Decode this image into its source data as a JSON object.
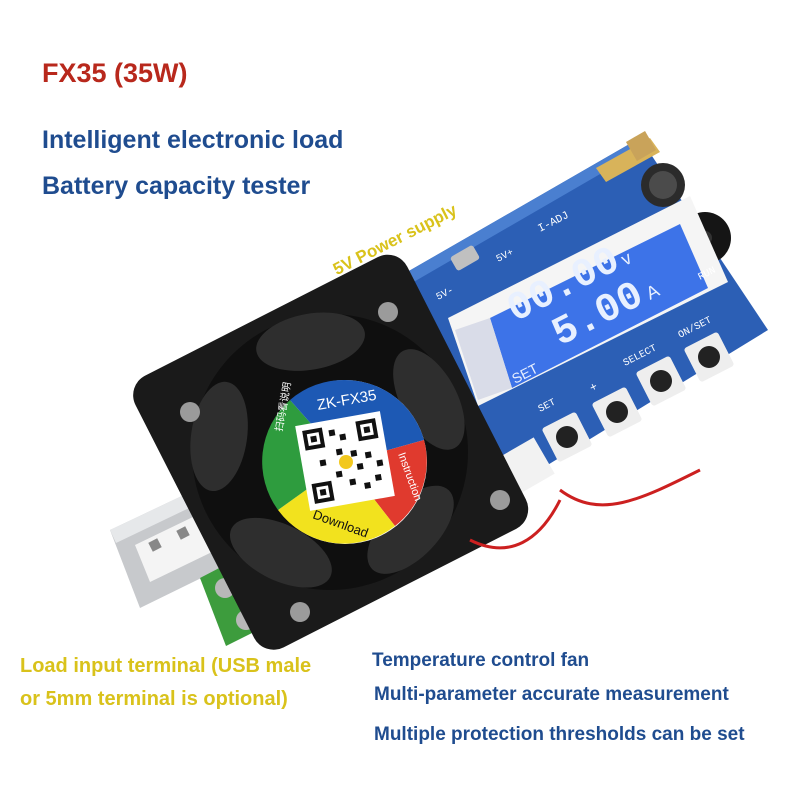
{
  "header": {
    "title": "FX35 (35W)",
    "features_top": [
      "Intelligent electronic load",
      "Battery capacity tester"
    ]
  },
  "callouts": {
    "power_supply": "5V Power supply",
    "load_input": [
      "Load input terminal (USB male",
      "or 5mm terminal is optional)"
    ],
    "features_bottom": [
      "Temperature control fan",
      "Multi-parameter accurate measurement",
      "Multiple protection thresholds can be set"
    ]
  },
  "device": {
    "display": {
      "voltage": "00.00",
      "voltage_unit": "v",
      "current": "5.00",
      "current_unit": "A",
      "mode_label": "SET"
    },
    "board_labels": {
      "i_adj": "I-ADJ",
      "run": "RUN",
      "select": "SELECT",
      "on_set": "ON/SET",
      "set": "SET",
      "v_minus": "5V-",
      "v_plus": "5V+",
      "plus": "+"
    },
    "fan_sticker": {
      "model": "ZK-FX35",
      "scan_text": "扫码看说明",
      "instruction": "Instruction",
      "download": "Download"
    }
  },
  "colors": {
    "title": "#b8281c",
    "feature_text": "#1f4c8f",
    "callout_yellow": "#d9c21b",
    "pcb_blue": "#2c5fb5",
    "lcd_blue": "#3d73e8",
    "fan_black": "#1a1a1a",
    "terminal_green": "#3d9c3d"
  }
}
